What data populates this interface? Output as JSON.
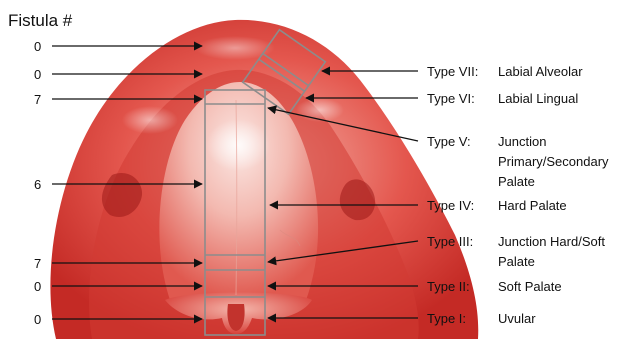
{
  "title": "Fistula #",
  "counts": [
    "0",
    "0",
    "7",
    "6",
    "7",
    "0",
    "0"
  ],
  "types": [
    {
      "label": "Type VII:",
      "desc": [
        "Labial Alveolar"
      ]
    },
    {
      "label": "Type VI:",
      "desc": [
        "Labial Lingual"
      ]
    },
    {
      "label": "Type V:",
      "desc": [
        "Junction",
        "Primary/Secondary",
        "Palate"
      ]
    },
    {
      "label": "Type IV:",
      "desc": [
        "Hard Palate"
      ]
    },
    {
      "label": "Type III:",
      "desc": [
        "Junction Hard/Soft",
        "Palate"
      ]
    },
    {
      "label": "Type II:",
      "desc": [
        "Soft Palate"
      ]
    },
    {
      "label": "Type I:",
      "desc": [
        "Uvular"
      ]
    }
  ],
  "colors": {
    "tissue_light": "#f6c9c2",
    "tissue_mid": "#e4574e",
    "tissue_dark": "#b81f1c",
    "box_stroke": "#8c8c8c",
    "arrow": "#111111"
  }
}
